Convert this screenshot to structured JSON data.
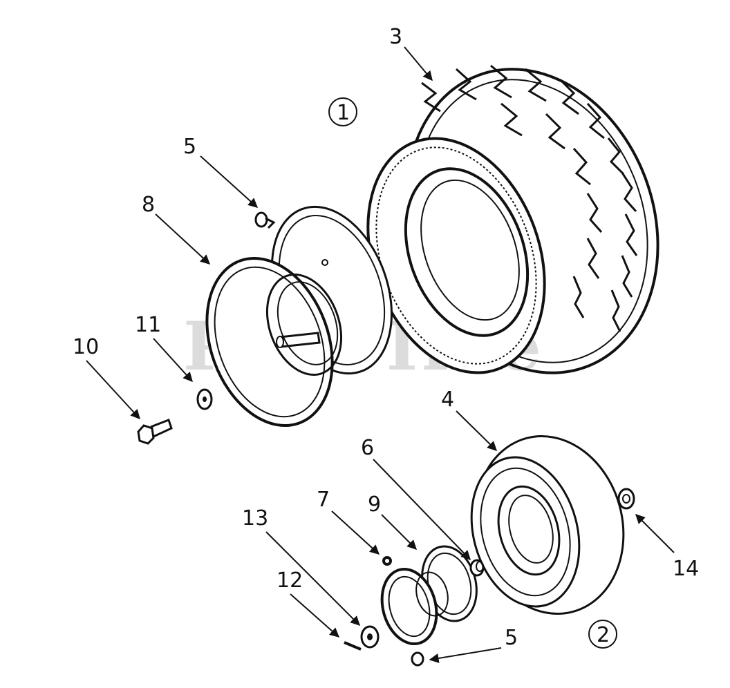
{
  "watermark": "PartsTree",
  "assembly_markers": [
    "1",
    "2"
  ],
  "callouts": {
    "c3": "3",
    "c5a": "5",
    "c8": "8",
    "c11": "11",
    "c10": "10",
    "c4": "4",
    "c6": "6",
    "c7": "7",
    "c9": "9",
    "c13": "13",
    "c12": "12",
    "c5b": "5",
    "c14": "14"
  }
}
